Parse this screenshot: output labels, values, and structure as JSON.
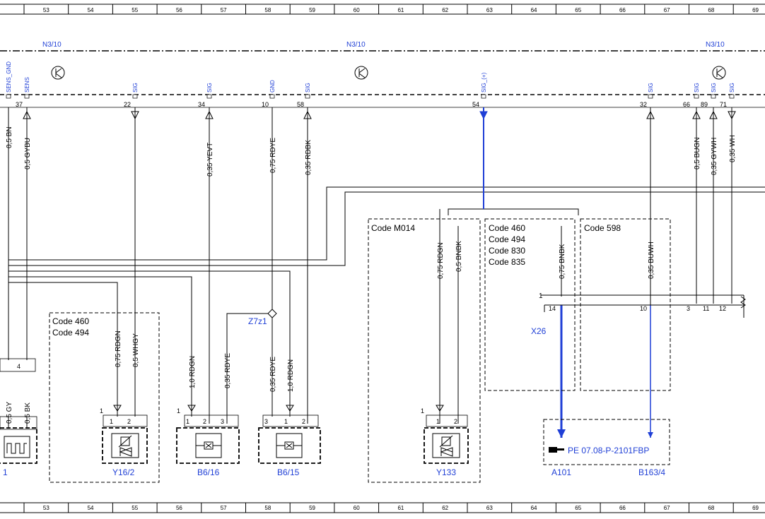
{
  "ruler": {
    "numbers": [
      "53",
      "54",
      "55",
      "56",
      "57",
      "58",
      "59",
      "60",
      "61",
      "62",
      "63",
      "64",
      "65",
      "66",
      "67",
      "68",
      "69"
    ]
  },
  "component": {
    "name_left": "N3/10",
    "name_mid": "N3/10",
    "name_right": "N3/10"
  },
  "pin_signals": [
    "SENS_GND",
    "SENS",
    "SIG",
    "SIG",
    "GND",
    "SIG",
    "SIG_(+)",
    "SIG",
    "SIG",
    "SIG",
    "SIG"
  ],
  "pin_numbers": [
    "37",
    "22",
    "34",
    "10",
    "58",
    "54",
    "32",
    "66",
    "89",
    "71"
  ],
  "wires": {
    "w1": "0,5 BN",
    "w2": "0,5 GYBU",
    "w3": "0,35 YEVT",
    "w4": "0,75 RDYE",
    "w5": "0,35 RDBK",
    "w6": "0,5 BUGN",
    "w7": "0,35 GYWH",
    "w8": "0,35 WH",
    "w9": "0,75 RDGN",
    "w10": "0,5 BNBK",
    "w11": "0,75 BNBK",
    "w12": "0,35 BUWH",
    "w13": "0,75 RDGN",
    "w14": "0,5 WHGY",
    "w15": "1,0 RDGN",
    "w16": "0,35 RDYE",
    "w17": "0,35 RDYE",
    "w18": "1,0 RDGN",
    "w19": "0,5 GY",
    "w20": "0,5 BK"
  },
  "codes": {
    "c460a": "Code 460",
    "c494a": "Code 494",
    "m014": "Code M014",
    "c460b": "Code 460",
    "c494b": "Code 494",
    "c830": "Code 830",
    "c835": "Code 835",
    "c598": "Code 598"
  },
  "splice": "Z7z1",
  "connector": {
    "name": "X26",
    "pin1": "1",
    "p14": "14",
    "p10": "10",
    "p3": "3",
    "p11": "11",
    "p12": "12"
  },
  "components": {
    "y16_2": "Y16/2",
    "b6_16": "B6/16",
    "b6_15": "B6/15",
    "y133": "Y133",
    "a101": "A101",
    "b163_4": "B163/4",
    "left1": "1"
  },
  "small_pins": {
    "y16": [
      "1",
      "1",
      "2"
    ],
    "b616": [
      "1",
      "1",
      "2",
      "3"
    ],
    "b615": [
      "3",
      "1",
      "2"
    ],
    "y133": [
      "1",
      "1",
      "2"
    ],
    "left": [
      "4"
    ]
  },
  "reference": "PE 07.08-P-2101FBP",
  "colors": {
    "accent": "#1f3fd6",
    "wire_highlight": "#1f3fd6"
  }
}
